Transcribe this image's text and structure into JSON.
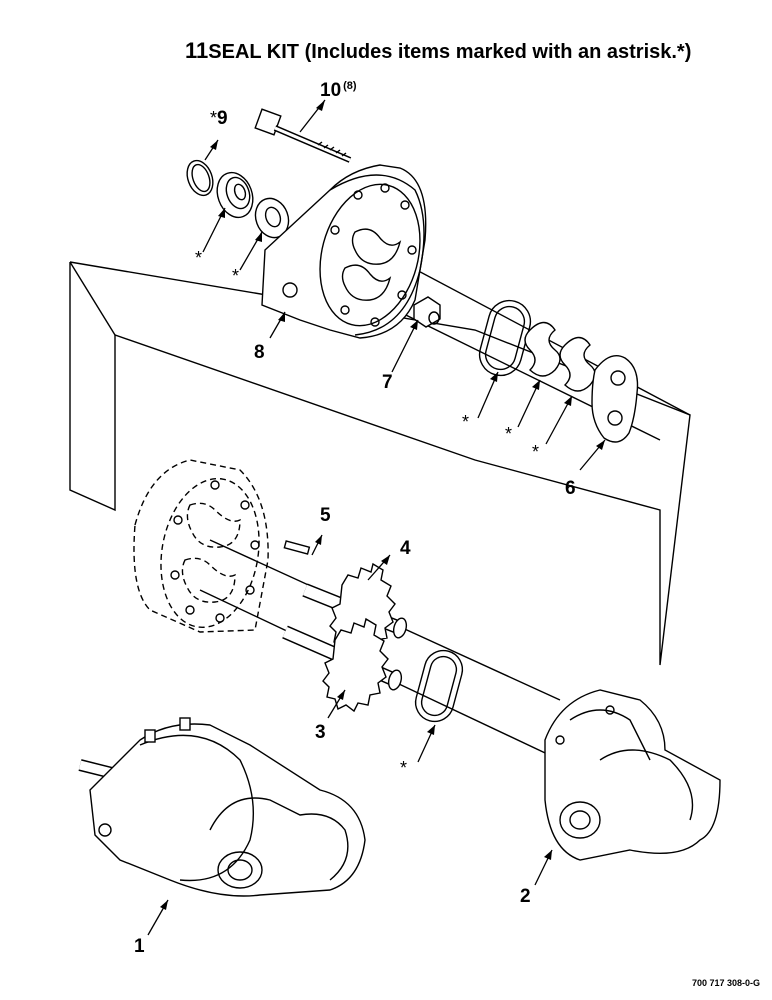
{
  "title": {
    "number": "11",
    "text": "SEAL KIT (Includes items marked with an astrisk.*)"
  },
  "callouts": {
    "c1": "1",
    "c2": "2",
    "c3": "3",
    "c4": "4",
    "c5": "5",
    "c6": "6",
    "c7": "7",
    "c8": "8",
    "c9": "9",
    "c10": "10",
    "c10_qty": "(8)",
    "star": "*"
  },
  "footer": {
    "drawing_number": "700 717 308-0-G"
  },
  "colors": {
    "ink": "#000000",
    "paper": "#ffffff",
    "shade": "#d9d9d9"
  }
}
